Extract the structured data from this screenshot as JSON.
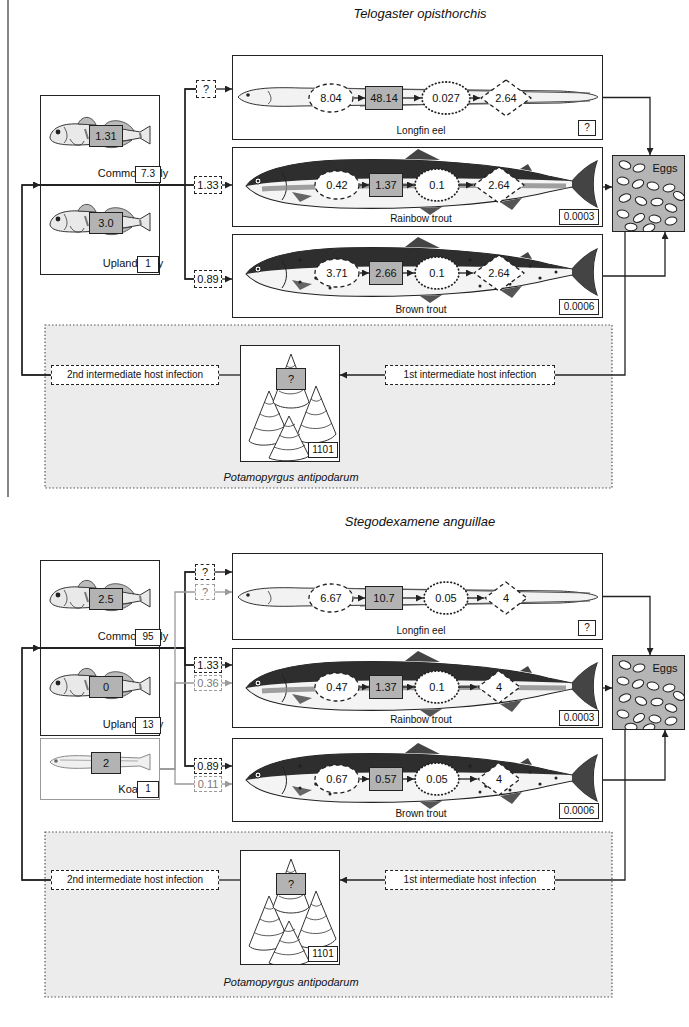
{
  "diagram": {
    "nodes": [
      {
        "text": [
          "Common bully"
        ]
      },
      {
        "text": [
          "1.31"
        ],
        "in": 0
      },
      {
        "text": [
          "7.3"
        ],
        "in": 0
      },
      {
        "text": [
          "Upland bully"
        ]
      },
      {
        "text": [
          "3.0"
        ],
        "in": 3
      },
      {
        "text": [
          "1"
        ],
        "in": 3
      },
      {
        "text": [
          "?"
        ]
      },
      {
        "text": [
          "1.33"
        ]
      },
      {
        "text": [
          "0.89"
        ]
      },
      {
        "text": [
          "Longfin eel"
        ]
      },
      {
        "text": [
          "8.04"
        ],
        "in": 9
      },
      {
        "text": [
          "48.14"
        ],
        "in": 9
      },
      {
        "text": [
          "0.027"
        ],
        "in": 9
      },
      {
        "text": [
          "2.64"
        ],
        "in": 9
      },
      {
        "text": [
          "?"
        ],
        "in": 9
      },
      {
        "text": [
          "Rainbow trout"
        ]
      },
      {
        "text": [
          "0.42"
        ],
        "in": 15
      },
      {
        "text": [
          "1.37"
        ],
        "in": 15
      },
      {
        "text": [
          "0.1"
        ],
        "in": 15
      },
      {
        "text": [
          "2.64"
        ],
        "in": 15
      },
      {
        "text": [
          "0.0003"
        ],
        "in": 15
      },
      {
        "text": [
          "Brown trout"
        ]
      },
      {
        "text": [
          "3.71"
        ],
        "in": 21
      },
      {
        "text": [
          "2.66"
        ],
        "in": 21
      },
      {
        "text": [
          "0.1"
        ],
        "in": 21
      },
      {
        "text": [
          "2.64"
        ],
        "in": 21
      },
      {
        "text": [
          "0.0006"
        ],
        "in": 21
      },
      {
        "text": [
          "Eggs"
        ]
      },
      {
        "text": [
          "2nd intermediate host infection"
        ]
      },
      {
        "text": [
          "Potamopyrgus antipodarum"
        ]
      },
      {
        "text": [
          "?"
        ],
        "in": 29
      },
      {
        "text": [
          "1101"
        ],
        "in": 29
      },
      {
        "text": [
          "1st intermediate host infection"
        ]
      },
      {
        "text": [
          "Common bully"
        ]
      },
      {
        "text": [
          "2.5"
        ],
        "in": 33
      },
      {
        "text": [
          "95"
        ],
        "in": 33
      },
      {
        "text": [
          "Upland bully"
        ]
      },
      {
        "text": [
          "0"
        ],
        "in": 36
      },
      {
        "text": [
          "13"
        ],
        "in": 36
      },
      {
        "text": [
          "Koaro"
        ]
      },
      {
        "text": [
          "2"
        ],
        "in": 39
      },
      {
        "text": [
          "1"
        ],
        "in": 39
      },
      {
        "text": [
          "?"
        ]
      },
      {
        "text": [
          "?"
        ]
      },
      {
        "text": [
          "1.33"
        ]
      },
      {
        "text": [
          "0.36"
        ]
      },
      {
        "text": [
          "0.89"
        ]
      },
      {
        "text": [
          "0.11"
        ]
      },
      {
        "text": [
          "Longfin eel"
        ]
      },
      {
        "text": [
          "6.67"
        ],
        "in": 48
      },
      {
        "text": [
          "10.7"
        ],
        "in": 48
      },
      {
        "text": [
          "0.05"
        ],
        "in": 48
      },
      {
        "text": [
          "4"
        ],
        "in": 48
      },
      {
        "text": [
          "?"
        ],
        "in": 48
      },
      {
        "text": [
          "Rainbow trout"
        ]
      },
      {
        "text": [
          "0.47"
        ],
        "in": 54
      },
      {
        "text": [
          "1.37"
        ],
        "in": 54
      },
      {
        "text": [
          "0.1"
        ],
        "in": 54
      },
      {
        "text": [
          "4"
        ],
        "in": 54
      },
      {
        "text": [
          "0.0003"
        ],
        "in": 54
      },
      {
        "text": [
          "Brown trout"
        ]
      },
      {
        "text": [
          "0.67"
        ],
        "in": 60
      },
      {
        "text": [
          "0.57"
        ],
        "in": 60
      },
      {
        "text": [
          "0.05"
        ],
        "in": 60
      },
      {
        "text": [
          "4"
        ],
        "in": 60
      },
      {
        "text": [
          "0.0006"
        ],
        "in": 60
      },
      {
        "text": [
          "Eggs"
        ]
      },
      {
        "text": [
          "2nd intermediate host infection"
        ]
      },
      {
        "text": [
          "Potamopyrgus antipodarum"
        ]
      },
      {
        "text": [
          "?"
        ],
        "in": 68
      },
      {
        "text": [
          "1101"
        ],
        "in": 68
      },
      {
        "text": [
          "1st intermediate host infection"
        ]
      }
    ],
    "edges": [
      {
        "from": 0,
        "to": 6,
        "arrow": "none"
      },
      {
        "from": 3,
        "to": 6,
        "arrow": "none"
      },
      {
        "from": 0,
        "to": 7,
        "arrow": "none"
      },
      {
        "from": 3,
        "to": 7,
        "arrow": "none"
      },
      {
        "from": 0,
        "to": 8,
        "arrow": "none"
      },
      {
        "from": 3,
        "to": 8,
        "arrow": "none"
      },
      {
        "from": 6,
        "to": 9,
        "arrow": "to"
      },
      {
        "from": 7,
        "to": 15,
        "arrow": "to"
      },
      {
        "from": 8,
        "to": 21,
        "arrow": "to"
      },
      {
        "from": 10,
        "to": 11,
        "arrow": "to"
      },
      {
        "from": 11,
        "to": 12,
        "arrow": "to"
      },
      {
        "from": 12,
        "to": 13,
        "arrow": "to"
      },
      {
        "from": 16,
        "to": 17,
        "arrow": "to"
      },
      {
        "from": 17,
        "to": 18,
        "arrow": "to"
      },
      {
        "from": 18,
        "to": 19,
        "arrow": "to"
      },
      {
        "from": 22,
        "to": 23,
        "arrow": "to"
      },
      {
        "from": 23,
        "to": 24,
        "arrow": "to"
      },
      {
        "from": 24,
        "to": 25,
        "arrow": "to"
      },
      {
        "from": 9,
        "to": 27,
        "arrow": "to"
      },
      {
        "from": 15,
        "to": 27,
        "arrow": "to"
      },
      {
        "from": 21,
        "to": 27,
        "arrow": "to"
      },
      {
        "from": 27,
        "to": 32,
        "arrow": "none"
      },
      {
        "from": 32,
        "to": 29,
        "arrow": "to"
      },
      {
        "from": 29,
        "to": 28,
        "arrow": "none"
      },
      {
        "from": 28,
        "to": 0,
        "arrow": "to"
      },
      {
        "from": 28,
        "to": 3,
        "arrow": "to"
      },
      {
        "from": 33,
        "to": 42,
        "arrow": "none"
      },
      {
        "from": 36,
        "to": 42,
        "arrow": "none"
      },
      {
        "from": 33,
        "to": 44,
        "arrow": "none"
      },
      {
        "from": 36,
        "to": 44,
        "arrow": "none"
      },
      {
        "from": 33,
        "to": 46,
        "arrow": "none"
      },
      {
        "from": 36,
        "to": 46,
        "arrow": "none"
      },
      {
        "from": 39,
        "to": 43,
        "arrow": "none"
      },
      {
        "from": 39,
        "to": 45,
        "arrow": "none"
      },
      {
        "from": 39,
        "to": 47,
        "arrow": "none"
      },
      {
        "from": 42,
        "to": 48,
        "arrow": "to"
      },
      {
        "from": 43,
        "to": 48,
        "arrow": "to"
      },
      {
        "from": 44,
        "to": 54,
        "arrow": "to"
      },
      {
        "from": 45,
        "to": 54,
        "arrow": "to"
      },
      {
        "from": 46,
        "to": 60,
        "arrow": "to"
      },
      {
        "from": 47,
        "to": 60,
        "arrow": "to"
      },
      {
        "from": 49,
        "to": 50,
        "arrow": "to"
      },
      {
        "from": 50,
        "to": 51,
        "arrow": "to"
      },
      {
        "from": 51,
        "to": 52,
        "arrow": "to"
      },
      {
        "from": 55,
        "to": 56,
        "arrow": "to"
      },
      {
        "from": 56,
        "to": 57,
        "arrow": "to"
      },
      {
        "from": 57,
        "to": 58,
        "arrow": "to"
      },
      {
        "from": 61,
        "to": 62,
        "arrow": "to"
      },
      {
        "from": 62,
        "to": 63,
        "arrow": "to"
      },
      {
        "from": 63,
        "to": 64,
        "arrow": "to"
      },
      {
        "from": 48,
        "to": 66,
        "arrow": "to"
      },
      {
        "from": 54,
        "to": 66,
        "arrow": "to"
      },
      {
        "from": 60,
        "to": 66,
        "arrow": "to"
      },
      {
        "from": 66,
        "to": 71,
        "arrow": "none"
      },
      {
        "from": 71,
        "to": 68,
        "arrow": "to"
      },
      {
        "from": 68,
        "to": 67,
        "arrow": "none"
      },
      {
        "from": 67,
        "to": 33,
        "arrow": "to"
      },
      {
        "from": 67,
        "to": 36,
        "arrow": "to"
      }
    ],
    "labels": [
      "Telogaster opisthorchis",
      "Stegodexamene anguillae"
    ]
  }
}
